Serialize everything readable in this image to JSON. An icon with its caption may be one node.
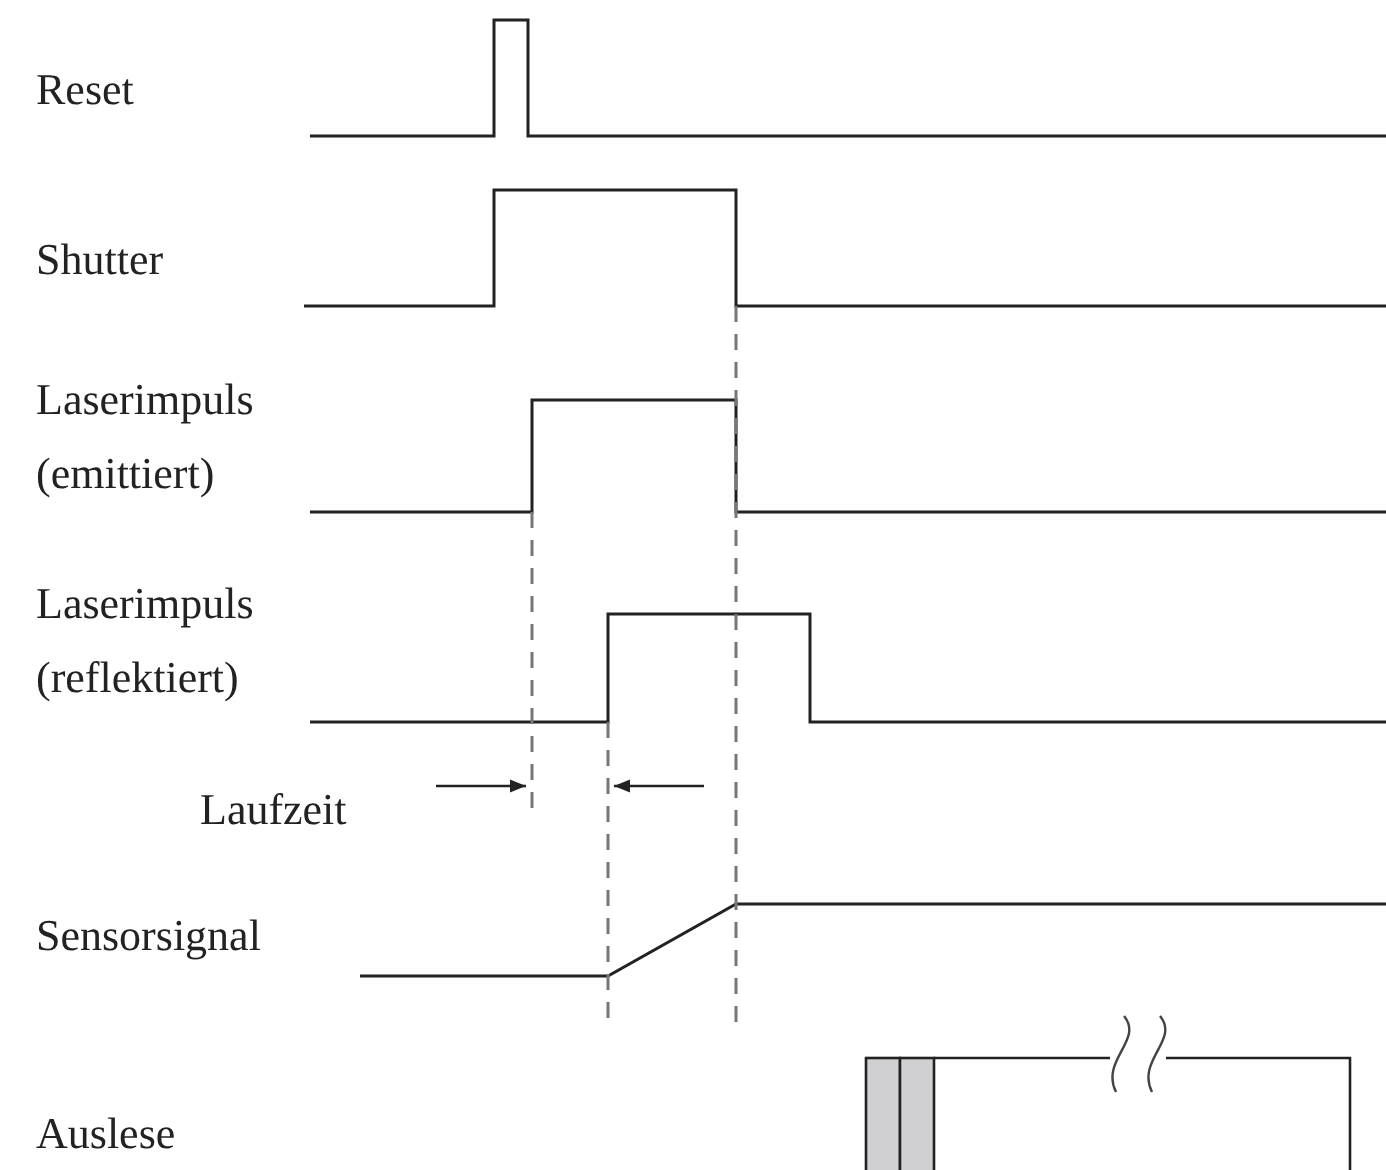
{
  "diagram": {
    "labels": [
      "Reset",
      "Shutter",
      "Laserimpuls (emittiert)",
      "Laserimpuls (reflektiert)",
      "Laufzeit",
      "Sensorsignal",
      "Auslese"
    ]
  }
}
